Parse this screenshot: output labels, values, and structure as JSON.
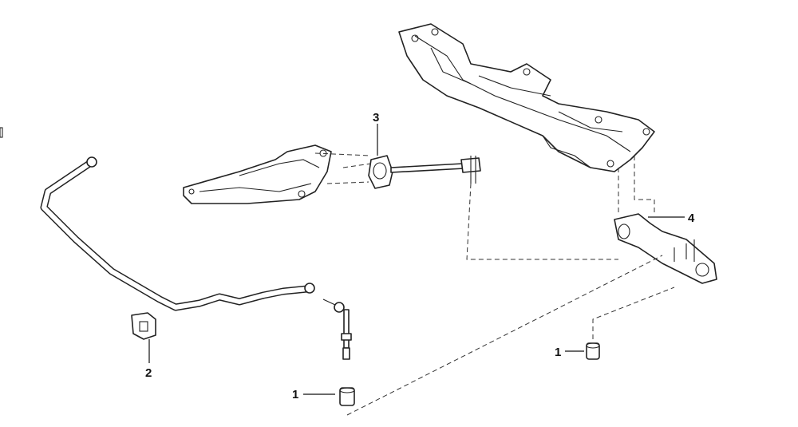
{
  "callouts": [
    {
      "id": "bushing-link-left",
      "label": "1"
    },
    {
      "id": "stabilizer-bushing",
      "label": "2"
    },
    {
      "id": "tension-rod-bushing",
      "label": "3"
    },
    {
      "id": "lower-control-arm",
      "label": "4"
    },
    {
      "id": "bushing-link-right",
      "label": "1"
    }
  ]
}
